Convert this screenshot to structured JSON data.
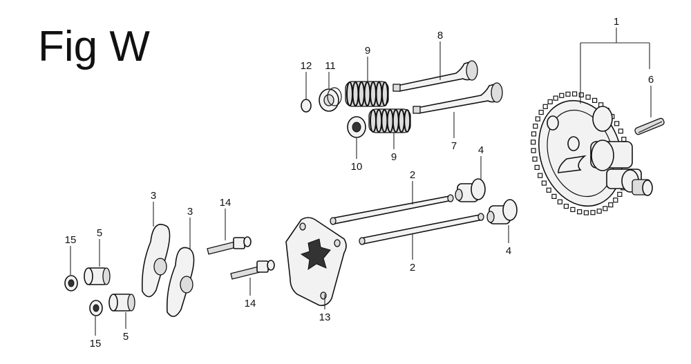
{
  "figure": {
    "title": "Fig W"
  },
  "callouts": {
    "c1": "1",
    "c6": "6",
    "c8": "8",
    "c7": "7",
    "c9a": "9",
    "c9b": "9",
    "c10": "10",
    "c11": "11",
    "c12": "12",
    "c2a": "2",
    "c2b": "2",
    "c4a": "4",
    "c4b": "4",
    "c3a": "3",
    "c3b": "3",
    "c14a": "14",
    "c14b": "14",
    "c13": "13",
    "c5a": "5",
    "c5b": "5",
    "c15a": "15",
    "c15b": "15"
  }
}
